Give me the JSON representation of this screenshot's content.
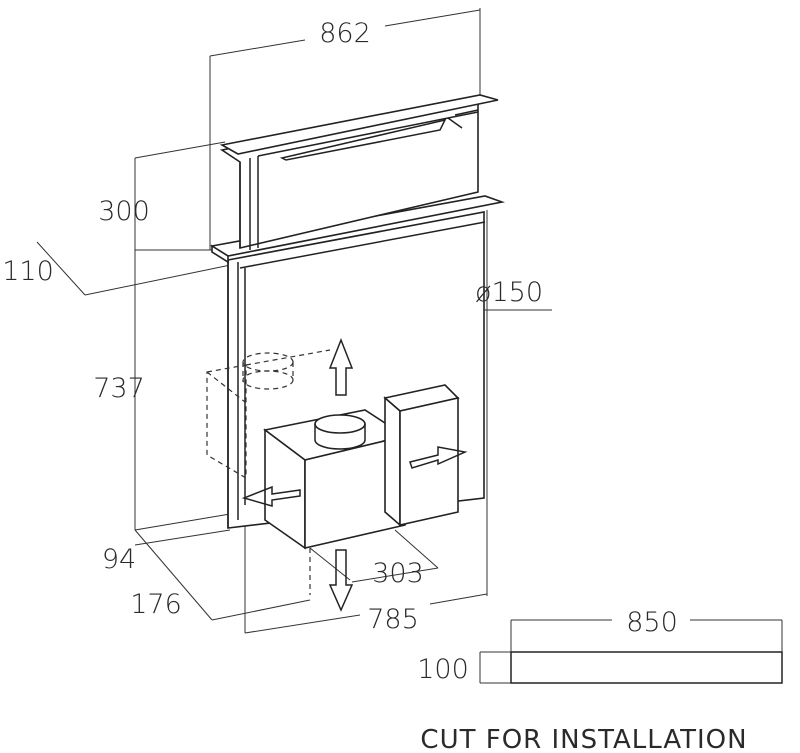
{
  "dimensions": {
    "top_width": "862",
    "height_upper": "300",
    "depth_top": "110",
    "height_lower": "737",
    "diameter": "ø150",
    "depth_bottom": "94",
    "depth_base": "176",
    "motor_width": "303",
    "base_width": "785",
    "cut_width": "850",
    "cut_depth": "100"
  },
  "caption": "CUT FOR INSTALLATION"
}
